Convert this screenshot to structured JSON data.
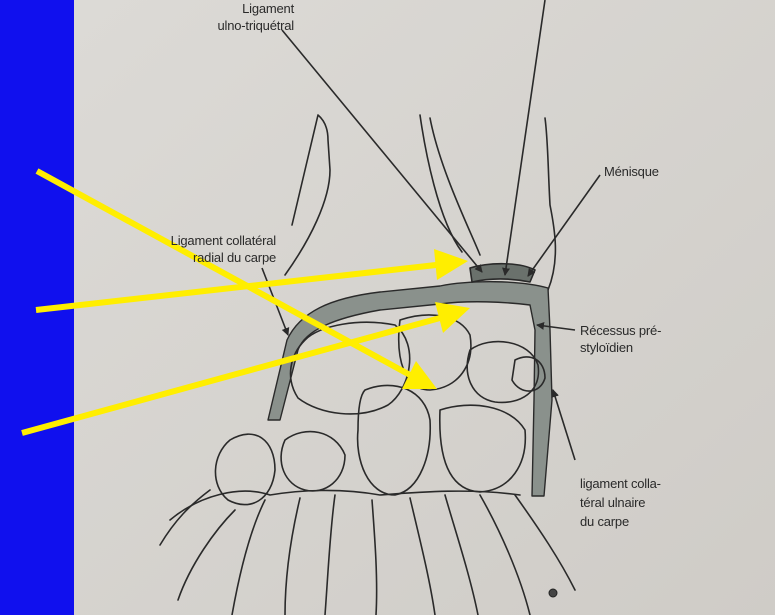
{
  "colors": {
    "slide_background": "#1010ee",
    "paper": "#d8d6d2",
    "ink": "#2a2a2a",
    "ligament_fill": "#8a918c",
    "arrow": "#ffee00"
  },
  "labels": {
    "ulno_triquetral": [
      "Ligament",
      "ulno-triquétral"
    ],
    "meniscus": "Ménisque",
    "radial_collateral": [
      "Ligament collatéral",
      "radial du carpe"
    ],
    "prestyloid_recess": [
      "Récessus pré-",
      "styloïdien"
    ],
    "ulnar_collateral": [
      "ligament colla-",
      "téral ulnaire",
      "du carpe"
    ]
  },
  "overlay_arrows": [
    {
      "name": "arrow-to-ligament-top",
      "color": "#ffee00"
    },
    {
      "name": "arrow-to-ligament-middle",
      "color": "#ffee00"
    },
    {
      "name": "arrow-to-carpal-bone",
      "color": "#ffee00"
    }
  ]
}
